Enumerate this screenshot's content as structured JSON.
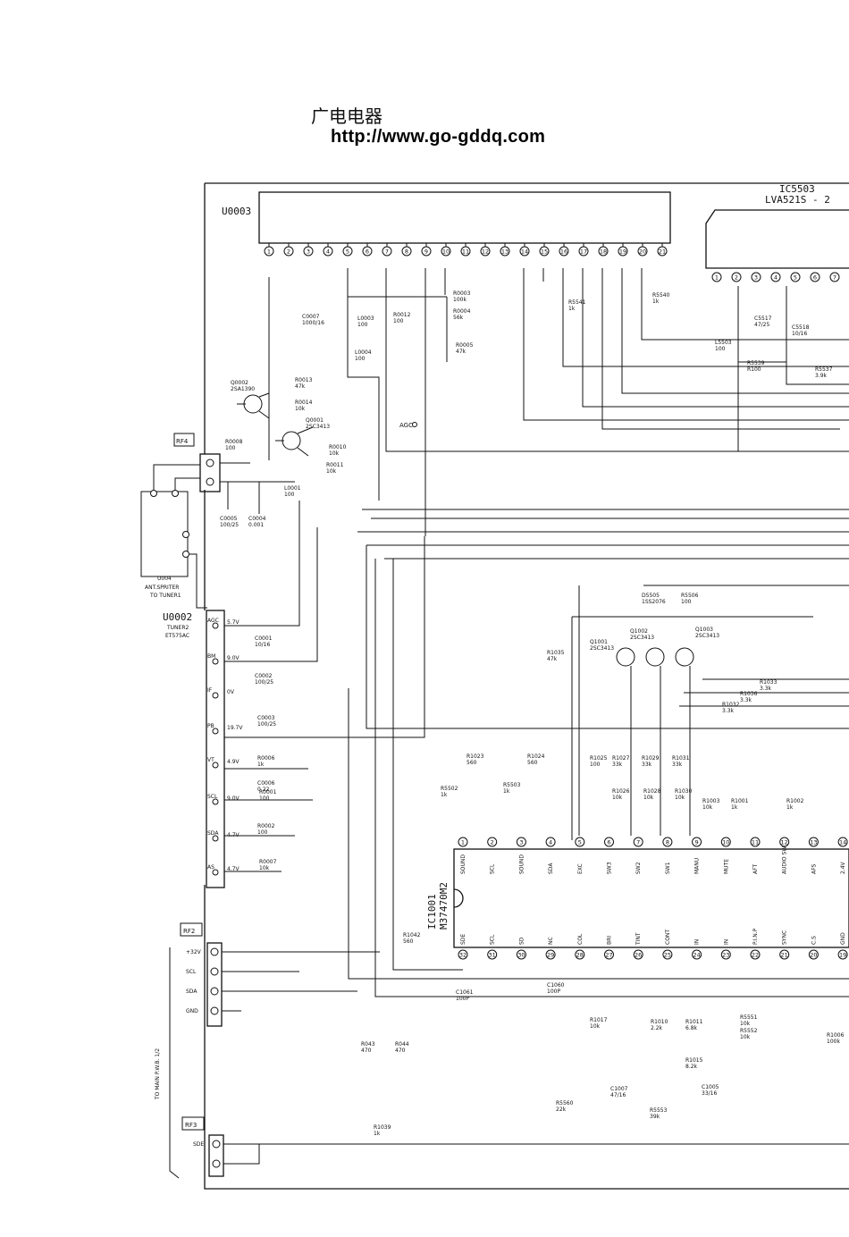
{
  "header": {
    "title_cn": "广电电器",
    "url": "http://www.go-gddq.com"
  },
  "ic5503": {
    "ref": "IC5503",
    "part": "LVA521S - 2"
  },
  "u0003": {
    "ref": "U0003"
  },
  "u0002": {
    "ref": "U0002",
    "tuner": "TUNER2",
    "model": "ET575AC",
    "pins": [
      {
        "name": "AGC",
        "volt": "5.7V"
      },
      {
        "name": "BM",
        "volt": "9.0V"
      },
      {
        "name": "IF",
        "volt": "0V"
      },
      {
        "name": "PB",
        "volt": "19.7V"
      },
      {
        "name": "VT",
        "volt": "4.9V"
      },
      {
        "name": "SCL",
        "volt": "9.0V"
      },
      {
        "name": "SDA",
        "volt": "4.7V"
      },
      {
        "name": "AS",
        "volt": "4.7V"
      }
    ]
  },
  "ic1001": {
    "ref": "IC1001",
    "part": "M37470M2",
    "top_pins": [
      "SOUND",
      "SCL",
      "SOUND",
      "SDA",
      "EXC",
      "SW3",
      "SW2",
      "SW1",
      "MANU",
      "MUTE",
      "AFT",
      "AUDIO SW",
      "AFS",
      "2.4V"
    ],
    "bottom_pins": [
      "SDE",
      "SCL",
      "SD",
      "NC",
      "COL",
      "BRI",
      "TINT",
      "CONT",
      "IN",
      "IN",
      "P.I.N.P",
      "SYNC",
      "C.S",
      "GND"
    ]
  },
  "connectors": {
    "rf4": "RF4",
    "rf2": "RF2",
    "rf3": "RF3",
    "rf2_pins": [
      "+32V",
      "SCL",
      "SDA",
      "GND"
    ],
    "rf3_pins": [
      "SDE"
    ],
    "to_main": "TO MAIN P.W.B. 1/2"
  },
  "u0004": {
    "ref": "U004",
    "label": "ANT.SPRITER",
    "label2": "TO TUNER1"
  },
  "agc_label": "AGC",
  "components": [
    {
      "ref": "C0007",
      "val": "1000/16"
    },
    {
      "ref": "L0003",
      "val": "100"
    },
    {
      "ref": "R0012",
      "val": "100"
    },
    {
      "ref": "R0003",
      "val": "100k"
    },
    {
      "ref": "R0004",
      "val": "56k"
    },
    {
      "ref": "R0005",
      "val": "47k"
    },
    {
      "ref": "L0004",
      "val": "100"
    },
    {
      "ref": "Q0002",
      "val": "2SA1390"
    },
    {
      "ref": "R0013",
      "val": "47k"
    },
    {
      "ref": "R0014",
      "val": "10k"
    },
    {
      "ref": "Q0001",
      "val": "2SC3413"
    },
    {
      "ref": "R0008",
      "val": "100"
    },
    {
      "ref": "R0010",
      "val": "10k"
    },
    {
      "ref": "R0011",
      "val": "10k"
    },
    {
      "ref": "L0001",
      "val": "100"
    },
    {
      "ref": "C0005",
      "val": "100/25"
    },
    {
      "ref": "C0004",
      "val": "0.001"
    },
    {
      "ref": "C0001",
      "val": "10/16"
    },
    {
      "ref": "C0002",
      "val": "100/25"
    },
    {
      "ref": "C0003",
      "val": "100/25"
    },
    {
      "ref": "R0006",
      "val": "1k"
    },
    {
      "ref": "C0006",
      "val": "0.22"
    },
    {
      "ref": "R0001",
      "val": "100"
    },
    {
      "ref": "R0002",
      "val": "100"
    },
    {
      "ref": "R0007",
      "val": "10k"
    },
    {
      "ref": "R5541",
      "val": "1k"
    },
    {
      "ref": "R5540",
      "val": "1k"
    },
    {
      "ref": "C5517",
      "val": "47/25"
    },
    {
      "ref": "C5518",
      "val": "10/16"
    },
    {
      "ref": "L5503",
      "val": "100"
    },
    {
      "ref": "R5539",
      "val": "R100"
    },
    {
      "ref": "R5537",
      "val": "3.9k"
    },
    {
      "ref": "D5505",
      "val": "1SS2076"
    },
    {
      "ref": "R5506",
      "val": "100"
    },
    {
      "ref": "Q1001",
      "val": "2SC3413"
    },
    {
      "ref": "Q1002",
      "val": "2SC3413"
    },
    {
      "ref": "Q1003",
      "val": "2SC3413"
    },
    {
      "ref": "R1035",
      "val": "47k"
    },
    {
      "ref": "R1033",
      "val": "3.3k"
    },
    {
      "ref": "R1036",
      "val": "3.3k"
    },
    {
      "ref": "R1032",
      "val": "3.3k"
    },
    {
      "ref": "R1023",
      "val": "560"
    },
    {
      "ref": "R1024",
      "val": "560"
    },
    {
      "ref": "R5502",
      "val": "1k"
    },
    {
      "ref": "R5503",
      "val": "1k"
    },
    {
      "ref": "R1025",
      "val": "100"
    },
    {
      "ref": "R1027",
      "val": "33k"
    },
    {
      "ref": "R1029",
      "val": "33k"
    },
    {
      "ref": "R1031",
      "val": "33k"
    },
    {
      "ref": "R1026",
      "val": "10k"
    },
    {
      "ref": "R1028",
      "val": "10k"
    },
    {
      "ref": "R1030",
      "val": "10k"
    },
    {
      "ref": "R1003",
      "val": "10k"
    },
    {
      "ref": "R1001",
      "val": "1k"
    },
    {
      "ref": "R1002",
      "val": "1k"
    },
    {
      "ref": "R1042",
      "val": "560"
    },
    {
      "ref": "C1061",
      "val": "100P"
    },
    {
      "ref": "C1060",
      "val": "100P"
    },
    {
      "ref": "R1017",
      "val": "10k"
    },
    {
      "ref": "R1010",
      "val": "2.2k"
    },
    {
      "ref": "R1011",
      "val": "6.8k"
    },
    {
      "ref": "R5551",
      "val": "10k"
    },
    {
      "ref": "R5552",
      "val": "10k"
    },
    {
      "ref": "R1015",
      "val": "8.2k"
    },
    {
      "ref": "C1005",
      "val": "33/16"
    },
    {
      "ref": "R1006",
      "val": "100k"
    },
    {
      "ref": "R043",
      "val": "470"
    },
    {
      "ref": "R044",
      "val": "470"
    },
    {
      "ref": "C1007",
      "val": "47/16"
    },
    {
      "ref": "R5560",
      "val": "22k"
    },
    {
      "ref": "R5553",
      "val": "39k"
    },
    {
      "ref": "R1039",
      "val": "1k"
    }
  ]
}
